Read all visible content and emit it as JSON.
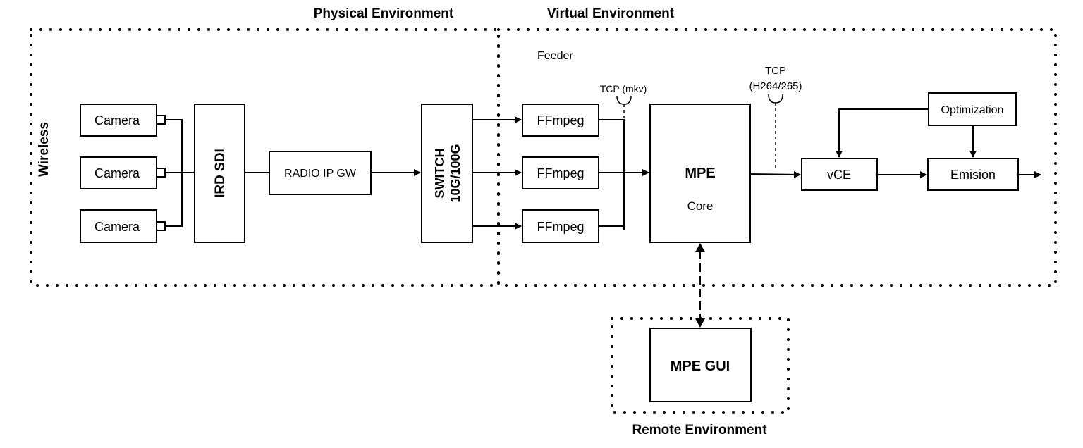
{
  "labels": {
    "physical_env": "Physical Environment",
    "virtual_env": "Virtual Environment",
    "remote_env": "Remote Environment",
    "wireless": "Wireless",
    "feeder": "Feeder",
    "tcp_mkv": "TCP (mkv)",
    "tcp_top": "TCP",
    "tcp_codec": "(H264/265)"
  },
  "nodes": {
    "camera_1": "Camera",
    "camera_2": "Camera",
    "camera_3": "Camera",
    "ird_sdi": "IRD SDI",
    "radio_ip_gw": "RADIO IP GW",
    "switch_line1": "SWITCH",
    "switch_line2": "10G/100G",
    "ffmpeg_1": "FFmpeg",
    "ffmpeg_2": "FFmpeg",
    "ffmpeg_3": "FFmpeg",
    "mpe_title": "MPE",
    "mpe_sub": "Core",
    "vce": "vCE",
    "optimization": "Optimization",
    "emision": "Emision",
    "mpe_gui": "MPE GUI"
  }
}
